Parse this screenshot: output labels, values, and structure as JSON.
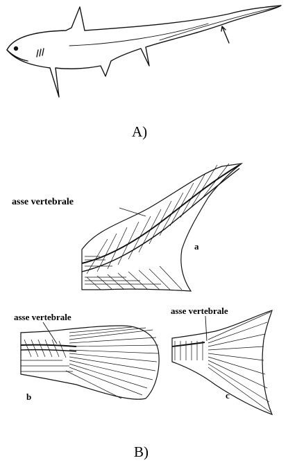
{
  "panels": {
    "a_caption": "A)",
    "b_caption": "B)"
  },
  "labels": {
    "asse_a": "asse vertebrale",
    "asse_b": "asse vertebrale",
    "asse_c": "asse vertebrale",
    "tail_a": "a",
    "tail_b": "b",
    "tail_c": "c"
  }
}
